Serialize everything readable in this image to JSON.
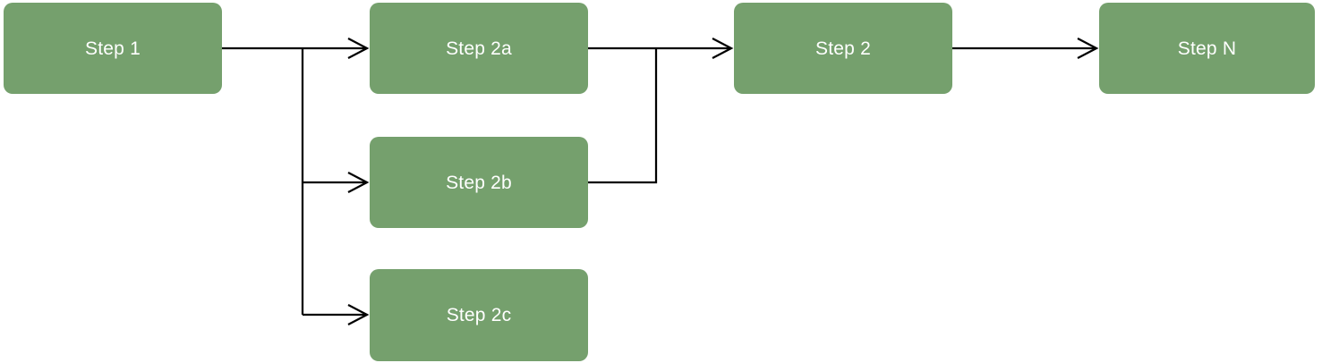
{
  "diagram": {
    "type": "flowchart",
    "background_color": "#ffffff",
    "node_fill_color": "#75a06d",
    "node_text_color": "#ffffff",
    "connector_color": "#000000",
    "nodes": {
      "step1": {
        "label": "Step 1"
      },
      "step2a": {
        "label": "Step 2a"
      },
      "step2b": {
        "label": "Step 2b"
      },
      "step2c": {
        "label": "Step 2c"
      },
      "step2": {
        "label": "Step 2"
      },
      "stepN": {
        "label": "Step N"
      }
    },
    "edges": [
      {
        "from": "Step 1",
        "to": "Step 2a",
        "arrowhead": true
      },
      {
        "from": "Step 1",
        "to": "Step 2b",
        "arrowhead": true
      },
      {
        "from": "Step 1",
        "to": "Step 2c",
        "arrowhead": true
      },
      {
        "from": "Step 2a",
        "to": "Step 2",
        "arrowhead": true
      },
      {
        "from": "Step 2b",
        "to": "Step 2",
        "arrowhead": false,
        "routing": "merges-into-step2a-connector"
      },
      {
        "from": "Step 2",
        "to": "Step N",
        "arrowhead": true
      }
    ]
  }
}
